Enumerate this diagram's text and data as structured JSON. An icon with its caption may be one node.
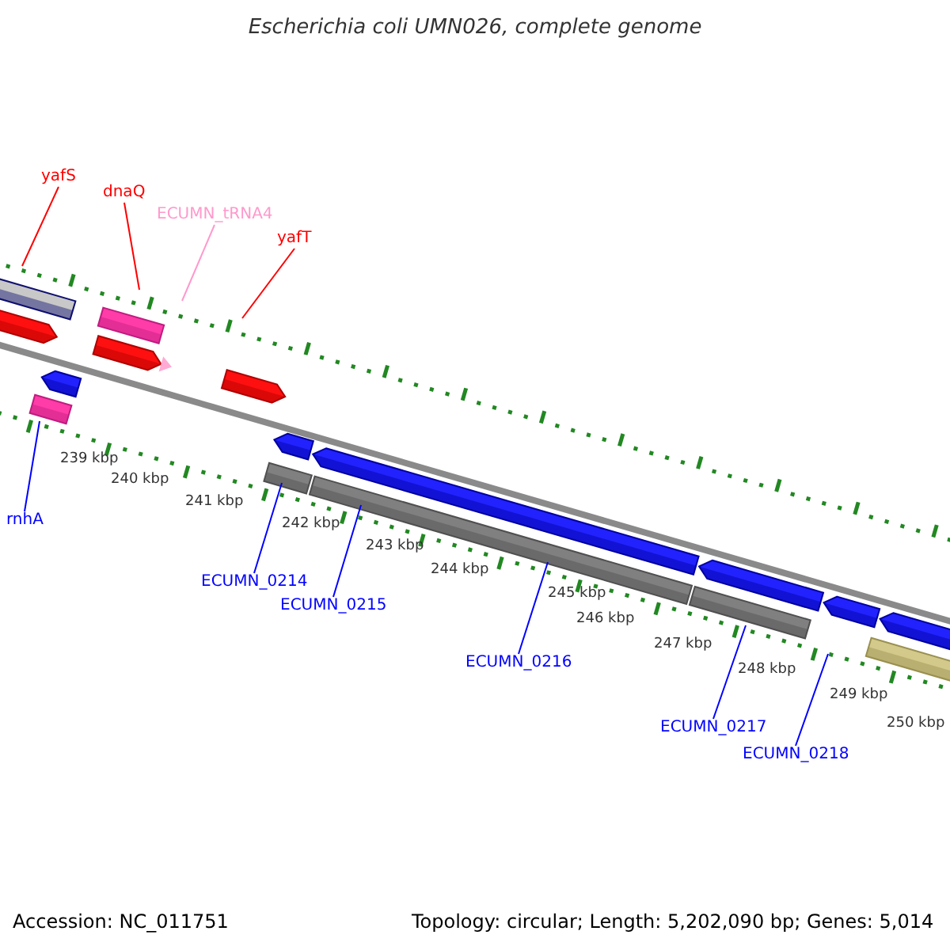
{
  "diagram": {
    "title": "Escherichia coli UMN026, complete genome",
    "nodes": [
      {
        "text": [
          "yafS"
        ]
      },
      {
        "text": [
          "dnaQ"
        ]
      },
      {
        "text": [
          "ECUMN_tRNA4"
        ]
      },
      {
        "text": [
          "yafT"
        ]
      },
      {
        "text": [
          "rnhA"
        ]
      },
      {
        "text": [
          "ECUMN_0214"
        ]
      },
      {
        "text": [
          "ECUMN_0215"
        ]
      },
      {
        "text": [
          "ECUMN_0216"
        ]
      },
      {
        "text": [
          "ECUMN_0217"
        ]
      },
      {
        "text": [
          "ECUMN_0218"
        ]
      }
    ],
    "edges": [
      {
        "from": 0,
        "to": null,
        "arrow": "none",
        "color": "#ff0000"
      },
      {
        "from": 1,
        "to": null,
        "arrow": "none",
        "color": "#ff0000"
      },
      {
        "from": 2,
        "to": null,
        "arrow": "none",
        "color": "#ff99cc"
      },
      {
        "from": 3,
        "to": null,
        "arrow": "none",
        "color": "#ff0000"
      },
      {
        "from": 4,
        "to": null,
        "arrow": "none"
      },
      {
        "from": 5,
        "to": null,
        "arrow": "none"
      },
      {
        "from": 6,
        "to": null,
        "arrow": "none"
      },
      {
        "from": 7,
        "to": null,
        "arrow": "none"
      },
      {
        "from": 8,
        "to": null,
        "arrow": "none"
      },
      {
        "from": 9,
        "to": null,
        "arrow": "none"
      }
    ],
    "labels": [
      "239 kbp",
      "240 kbp",
      "241 kbp",
      "242 kbp",
      "243 kbp",
      "244 kbp",
      "245 kbp",
      "246 kbp",
      "247 kbp",
      "248 kbp",
      "249 kbp",
      "250 kbp",
      "Accession: NC_011751",
      "Topology: circular; Length: 5,202,090 bp; Genes: 5,014"
    ]
  }
}
